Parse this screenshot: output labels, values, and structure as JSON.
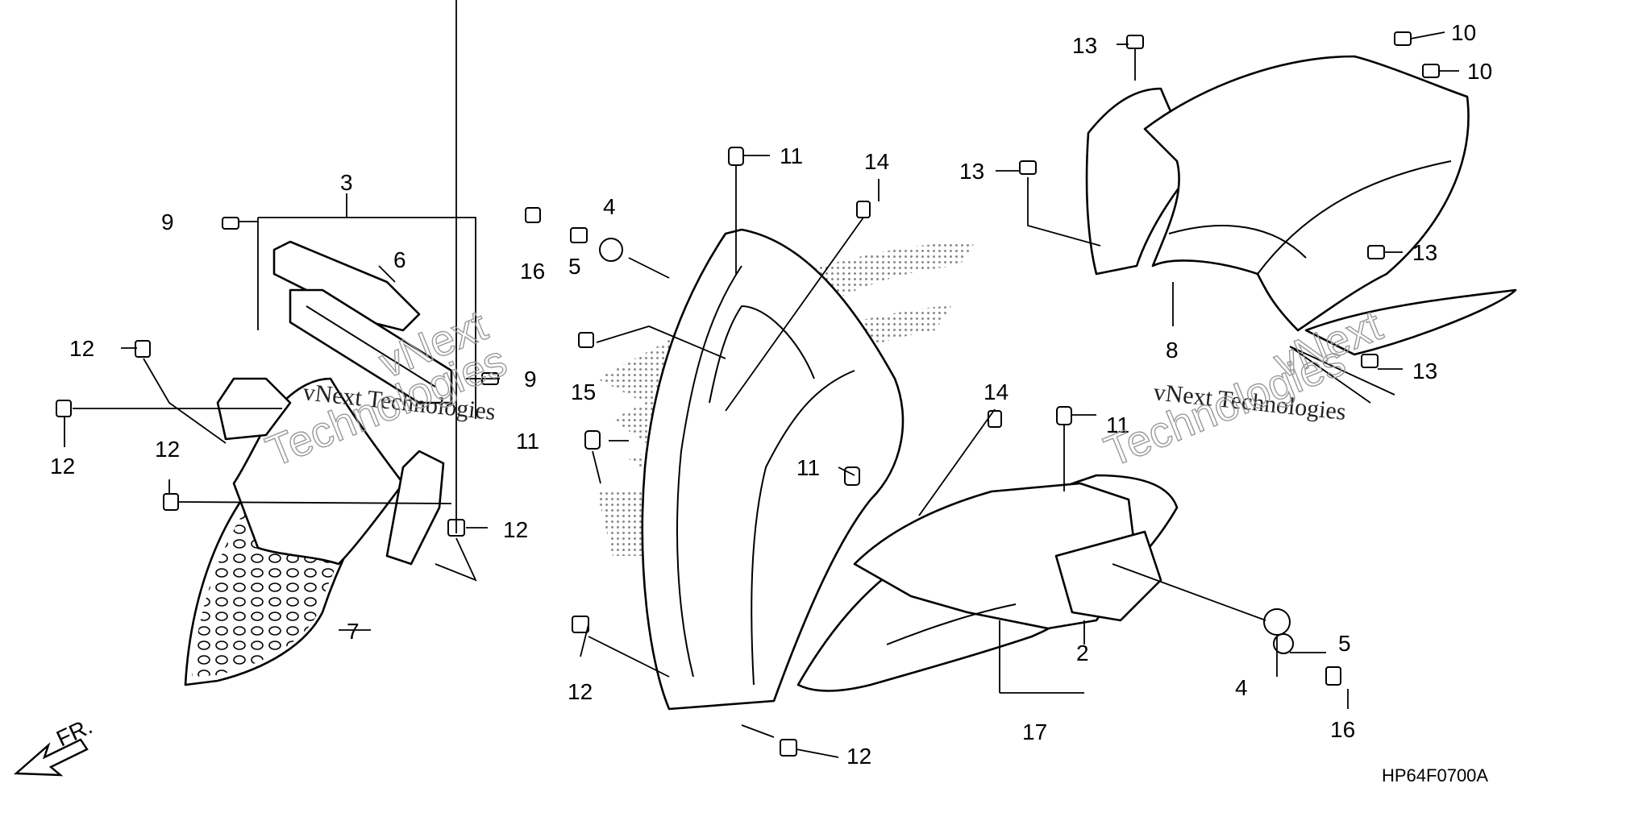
{
  "diagram": {
    "code": "HP64F0700A",
    "front_arrow": "FR.",
    "watermark": {
      "brand": "vNext",
      "company": "Technologies",
      "full": "vNext Technologies"
    },
    "labels": [
      {
        "id": "c1",
        "text": "13"
      },
      {
        "id": "c2",
        "text": "10"
      },
      {
        "id": "c3",
        "text": "10"
      },
      {
        "id": "c4",
        "text": "13"
      },
      {
        "id": "c5",
        "text": "13"
      },
      {
        "id": "c6",
        "text": "8"
      },
      {
        "id": "c7",
        "text": "13"
      },
      {
        "id": "c8",
        "text": "11"
      },
      {
        "id": "c9",
        "text": "14"
      },
      {
        "id": "c10",
        "text": "4"
      },
      {
        "id": "c11",
        "text": "16"
      },
      {
        "id": "c12",
        "text": "5"
      },
      {
        "id": "c13",
        "text": "15"
      },
      {
        "id": "c14",
        "text": "11"
      },
      {
        "id": "c15",
        "text": "11"
      },
      {
        "id": "c16",
        "text": "14"
      },
      {
        "id": "c17",
        "text": "11"
      },
      {
        "id": "c18",
        "text": "3"
      },
      {
        "id": "c19",
        "text": "9"
      },
      {
        "id": "c20",
        "text": "6"
      },
      {
        "id": "c21",
        "text": "9"
      },
      {
        "id": "c22",
        "text": "12"
      },
      {
        "id": "c23",
        "text": "12"
      },
      {
        "id": "c24",
        "text": "12"
      },
      {
        "id": "c25",
        "text": "12"
      },
      {
        "id": "c26",
        "text": "7"
      },
      {
        "id": "c27",
        "text": "12"
      },
      {
        "id": "c28",
        "text": "12"
      },
      {
        "id": "c29",
        "text": "2"
      },
      {
        "id": "c30",
        "text": "17"
      },
      {
        "id": "c31",
        "text": "5"
      },
      {
        "id": "c32",
        "text": "4"
      },
      {
        "id": "c33",
        "text": "16"
      }
    ]
  },
  "colors": {
    "ink": "#000000",
    "paper": "#ffffff",
    "dots": "#8a8a8a"
  }
}
